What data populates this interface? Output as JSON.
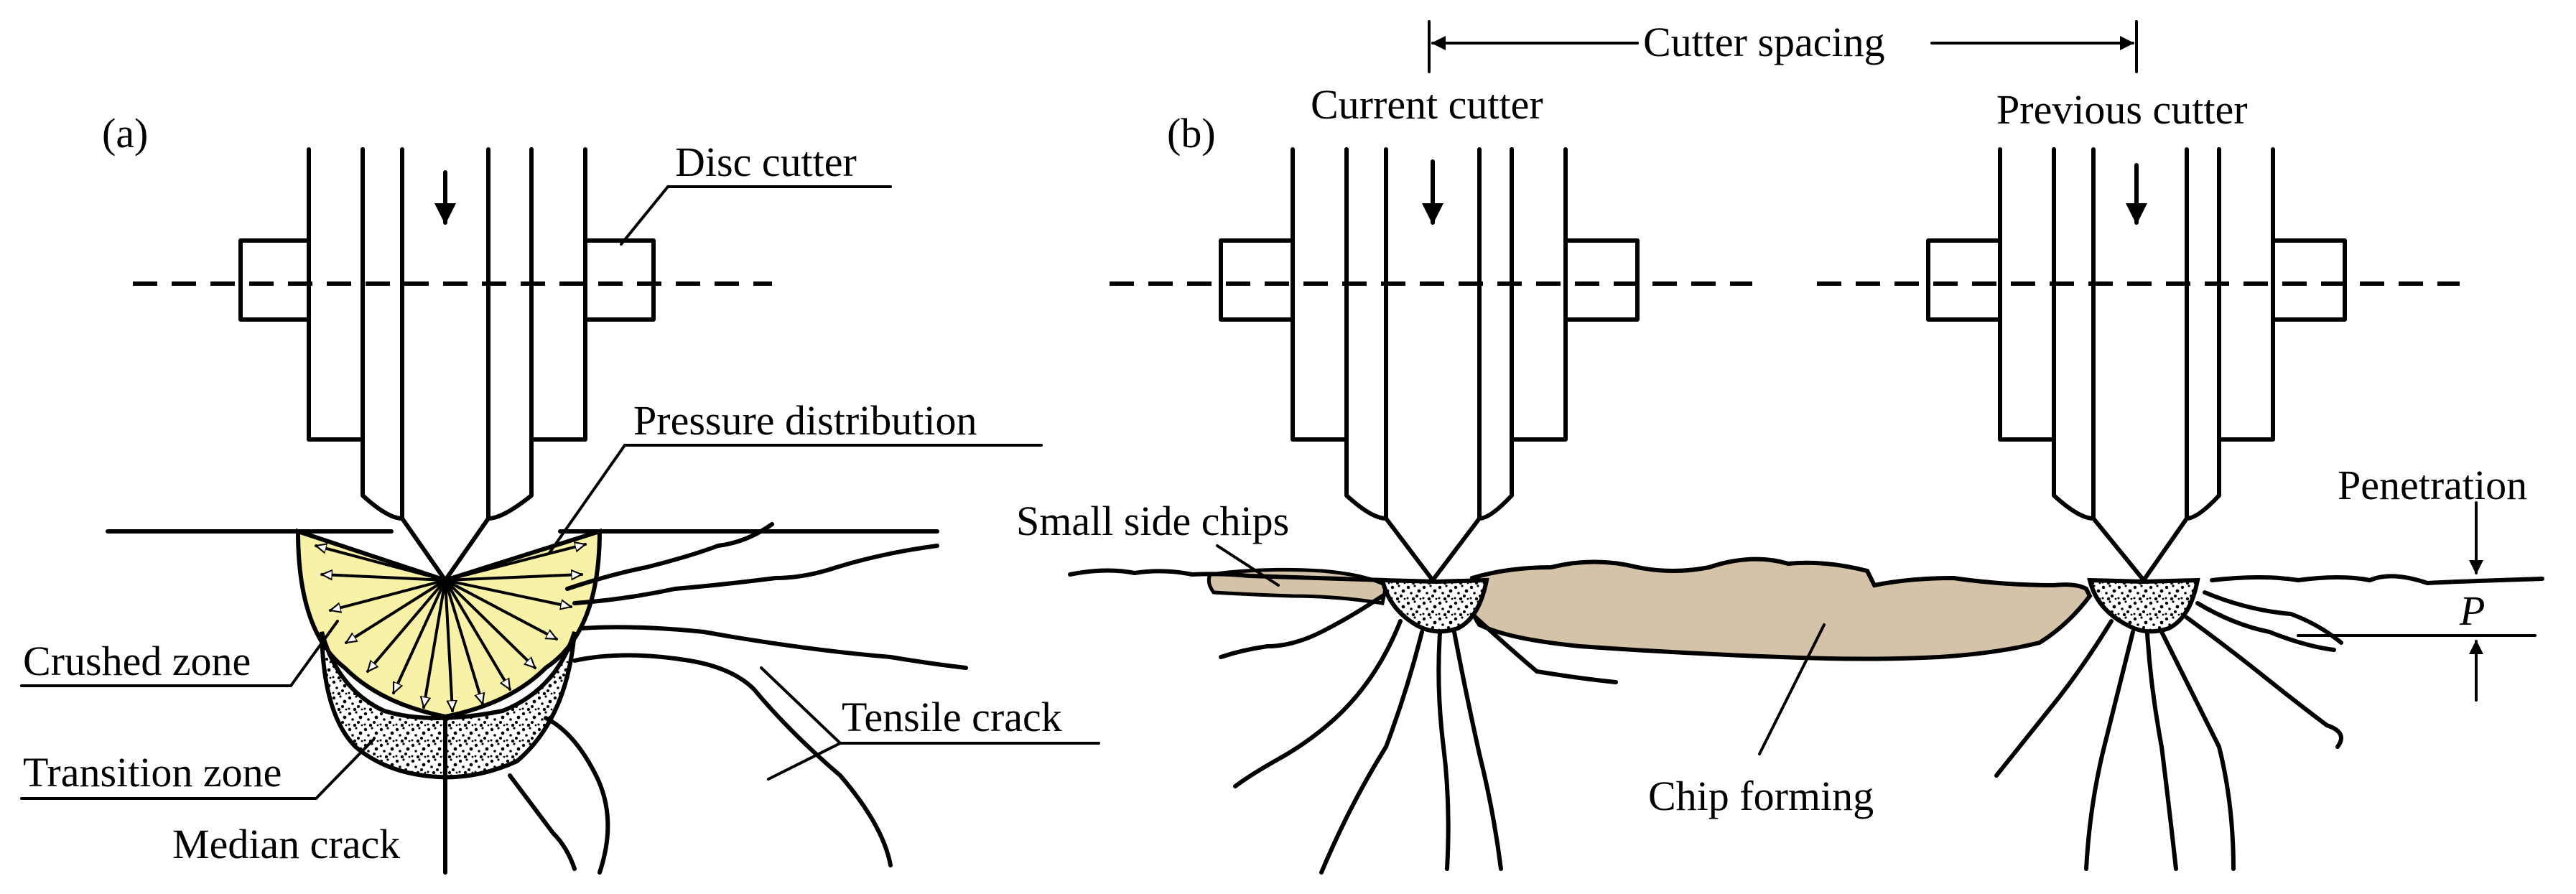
{
  "panel_a": {
    "label": "(a)",
    "labels": {
      "disc_cutter": "Disc cutter",
      "pressure_distribution": "Pressure distribution",
      "crushed_zone": "Crushed zone",
      "transition_zone": "Transition zone",
      "median_crack": "Median crack",
      "tensile_crack": "Tensile crack"
    }
  },
  "panel_b": {
    "label": "(b)",
    "labels": {
      "cutter_spacing": "Cutter spacing",
      "current_cutter": "Current cutter",
      "previous_cutter": "Previous cutter",
      "small_side_chips": "Small side chips",
      "chip_forming": "Chip forming",
      "penetration": "Penetration",
      "p_symbol": "P"
    }
  },
  "colors": {
    "pressure_fill": "#f8f1a8",
    "chip_fill": "#d4c3a8",
    "line": "#000000",
    "background": "#ffffff"
  }
}
